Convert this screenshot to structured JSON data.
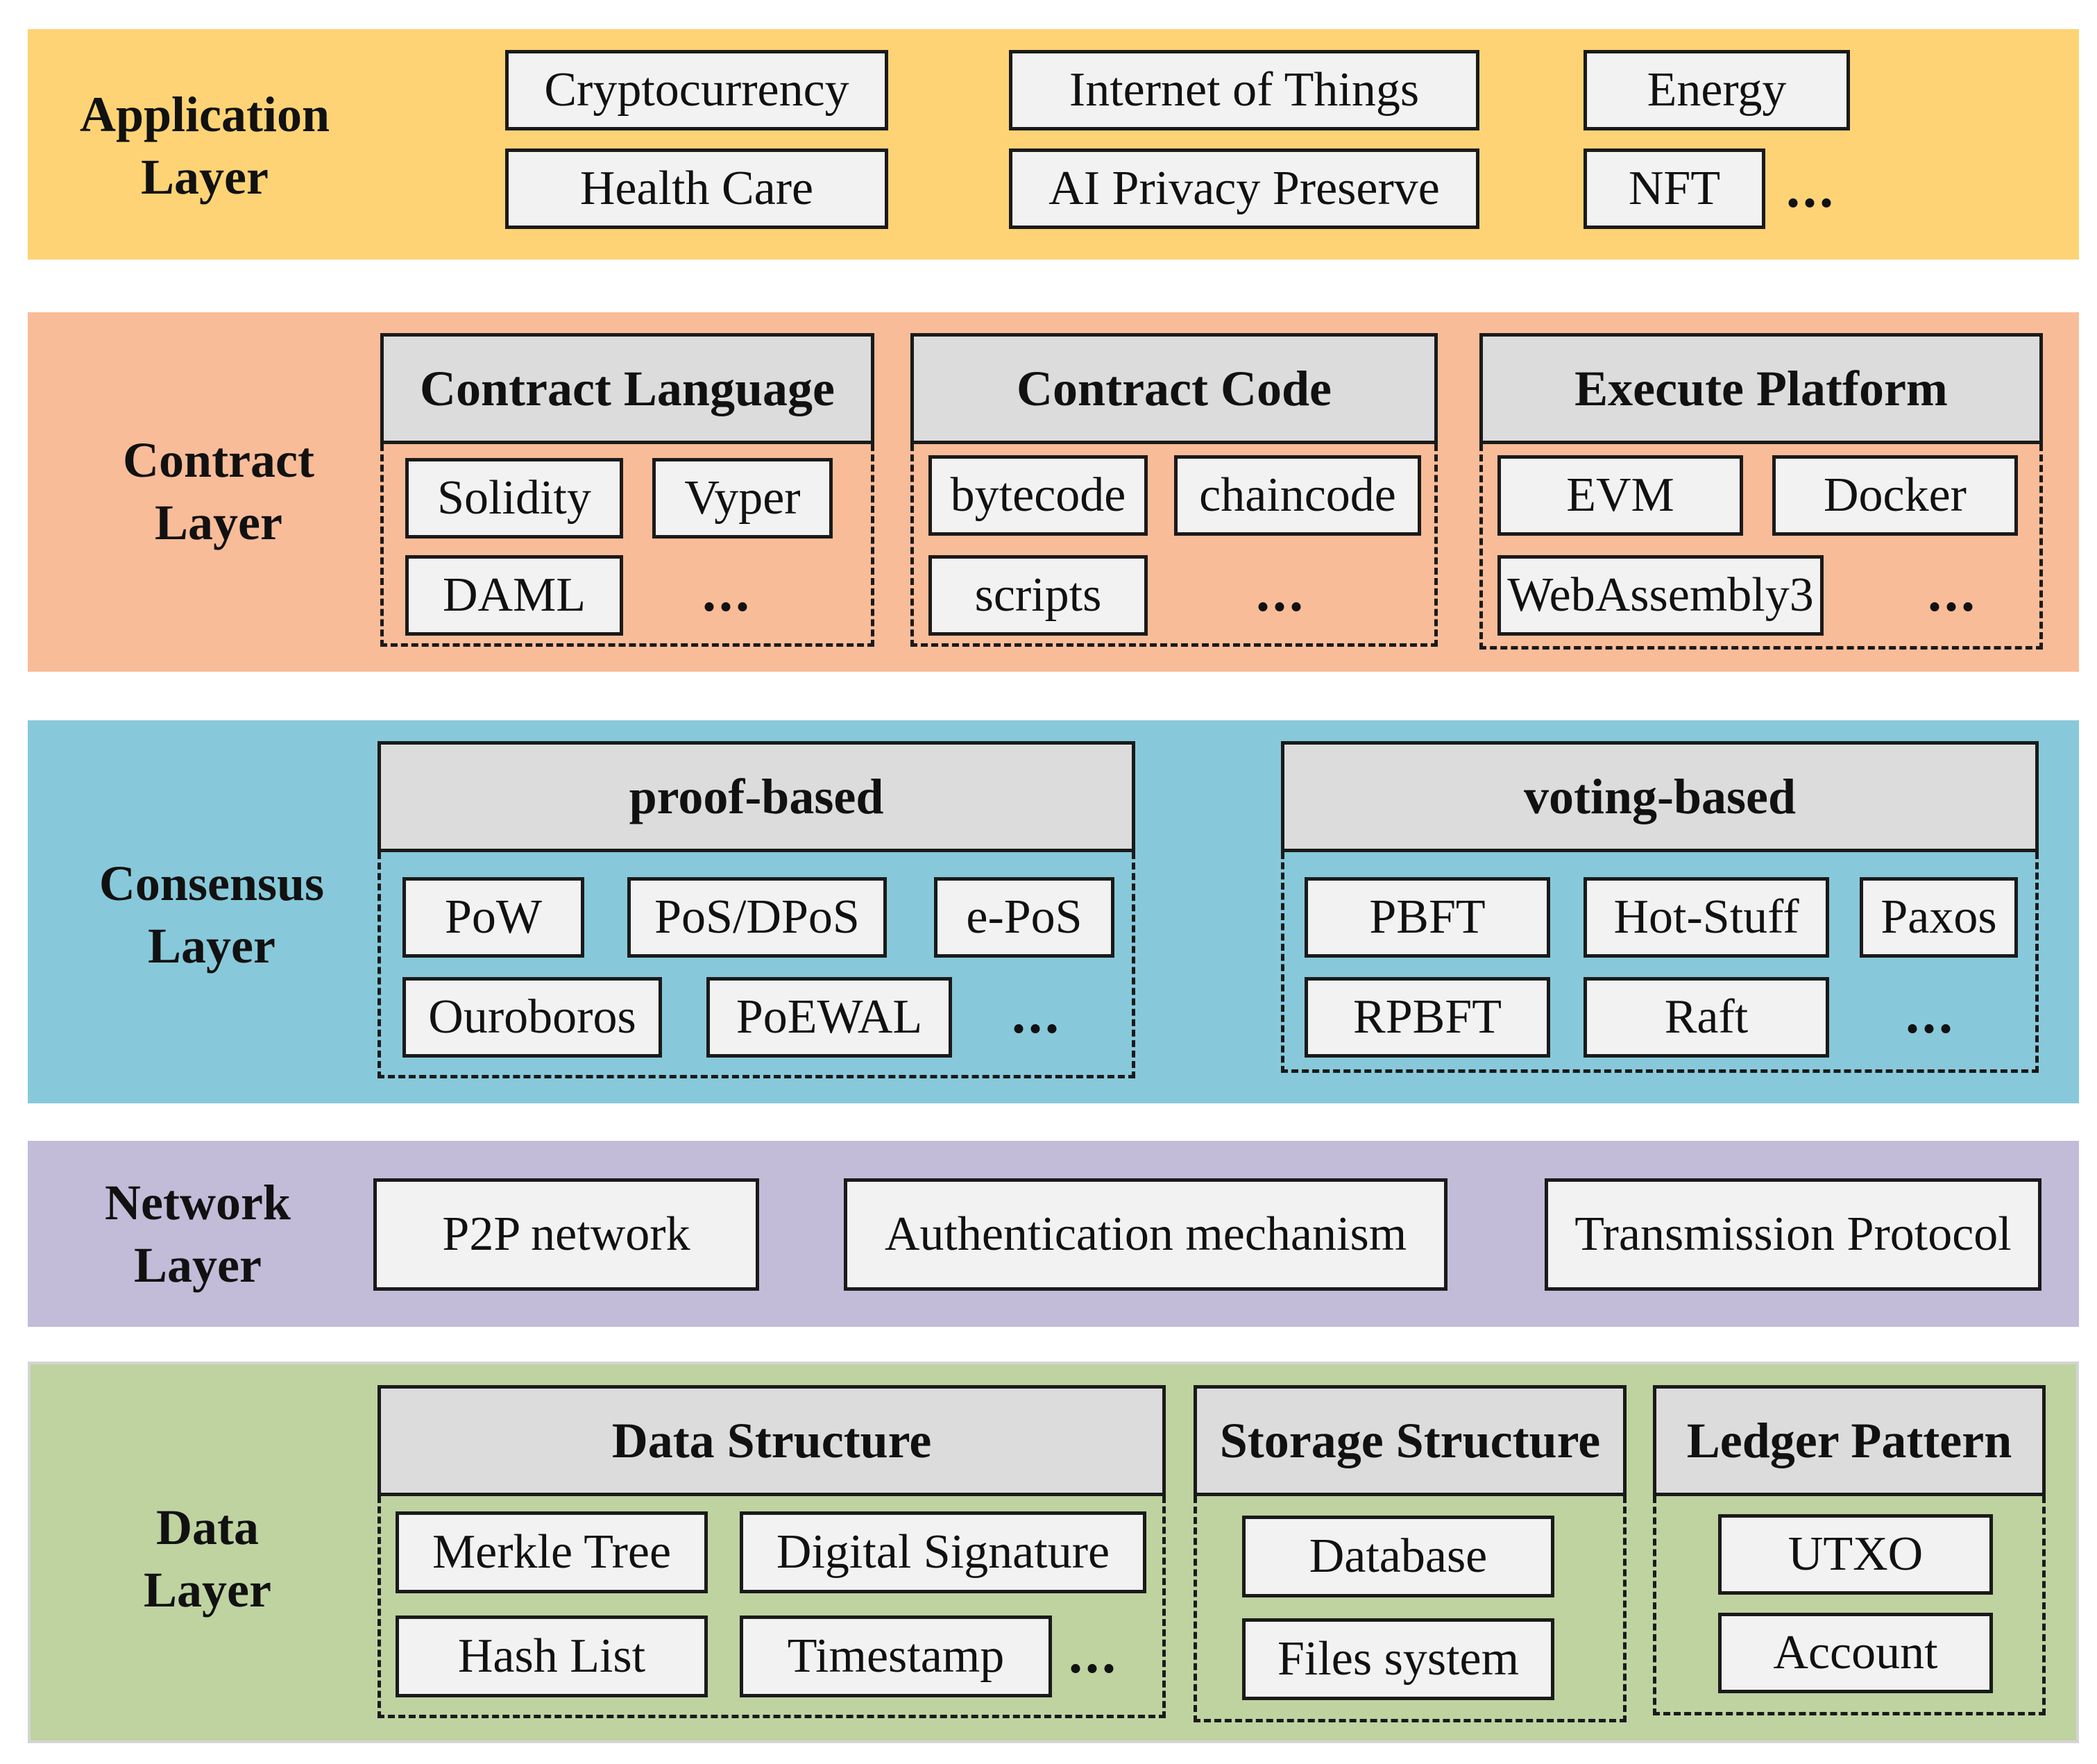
{
  "colors": {
    "application": "#fdd375",
    "contract": "#f9bc98",
    "consensus": "#87c9da",
    "network": "#c2bcd8",
    "data": "#bfd3a1"
  },
  "ellipsis": "...",
  "application": {
    "label_line1": "Application",
    "label_line2": "Layer",
    "items": [
      "Cryptocurrency",
      "Internet of Things",
      "Energy",
      "Health Care",
      "AI Privacy Preserve",
      "NFT"
    ]
  },
  "contract": {
    "label_line1": "Contract",
    "label_line2": "Layer",
    "language": {
      "title": "Contract Language",
      "items": [
        "Solidity",
        "Vyper",
        "DAML"
      ]
    },
    "code": {
      "title": "Contract Code",
      "items": [
        "bytecode",
        "chaincode",
        "scripts"
      ]
    },
    "platform": {
      "title": "Execute Platform",
      "items": [
        "EVM",
        "Docker",
        "WebAssembly3"
      ]
    }
  },
  "consensus": {
    "label_line1": "Consensus",
    "label_line2": "Layer",
    "proof": {
      "title": "proof-based",
      "items": [
        "PoW",
        "PoS/DPoS",
        "e-PoS",
        "Ouroboros",
        "PoEWAL"
      ]
    },
    "voting": {
      "title": "voting-based",
      "items": [
        "PBFT",
        "Hot-Stuff",
        "Paxos",
        "RPBFT",
        "Raft"
      ]
    }
  },
  "network": {
    "label_line1": "Network",
    "label_line2": "Layer",
    "items": [
      "P2P network",
      "Authentication mechanism",
      "Transmission Protocol"
    ]
  },
  "data": {
    "label_line1": "Data",
    "label_line2": "Layer",
    "structure": {
      "title": "Data Structure",
      "items": [
        "Merkle Tree",
        "Digital Signature",
        "Hash List",
        "Timestamp"
      ]
    },
    "storage": {
      "title": "Storage Structure",
      "items": [
        "Database",
        "Files system"
      ]
    },
    "ledger": {
      "title": "Ledger Pattern",
      "items": [
        "UTXO",
        "Account"
      ]
    }
  }
}
